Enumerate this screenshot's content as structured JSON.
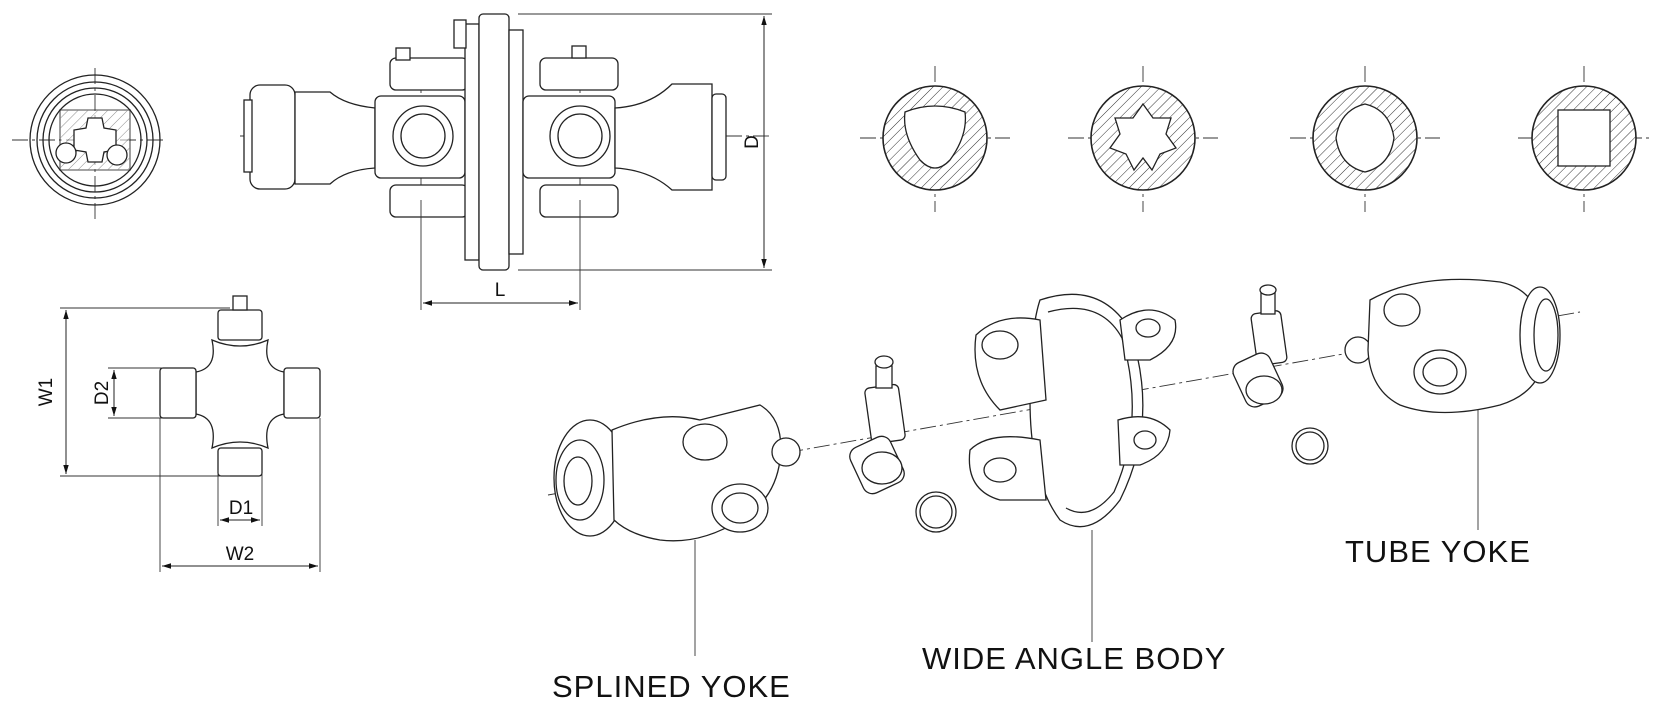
{
  "dimension_labels": {
    "D": "D",
    "L": "L",
    "W1": "W1",
    "W2": "W2",
    "D1": "D1",
    "D2": "D2"
  },
  "callouts": {
    "splined_yoke": "SPLINED YOKE",
    "wide_angle_body": "WIDE ANGLE BODY",
    "tube_yoke": "TUBE YOKE"
  },
  "bore_profiles": [
    "triangular",
    "star",
    "lemon",
    "square"
  ],
  "colors": {
    "line": "#222222",
    "background": "#ffffff"
  }
}
